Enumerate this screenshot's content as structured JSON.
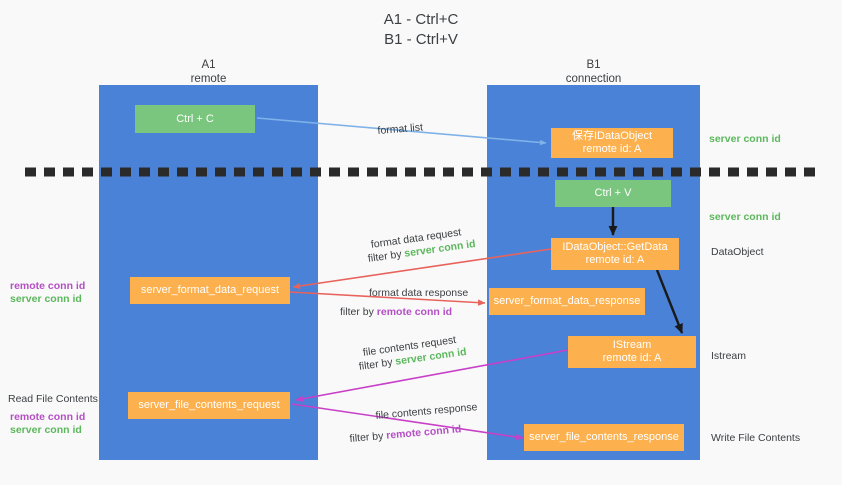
{
  "title": {
    "line1": "A1 - Ctrl+C",
    "line2": "B1 - Ctrl+V"
  },
  "colors": {
    "lane": "#4a82d8",
    "green_box": "#7ac67f",
    "orange_box": "#fcb04e",
    "server_conn_id": "#5cb85c",
    "remote_conn_id": "#b44fc4",
    "arrow_format_list": "#7fb3e8",
    "arrow_format_data": "#e8635c",
    "arrow_file_contents": "#c83fc8",
    "arrow_internal": "#1a1a1a",
    "divider": "#2a2a2a"
  },
  "lanes": [
    {
      "id": "a1",
      "head_main": "A1",
      "head_sub": "remote"
    },
    {
      "id": "b1",
      "head_main": "B1",
      "head_sub": "connection"
    }
  ],
  "nodes": {
    "ctrl_c": {
      "l1": "Ctrl + C",
      "l2": ""
    },
    "save_idataobject": {
      "l1": "保存IDataObject",
      "l2": "remote id: A"
    },
    "ctrl_v": {
      "l1": "Ctrl + V",
      "l2": ""
    },
    "getdata": {
      "l1": "IDataObject::GetData",
      "l2": "remote id: A"
    },
    "istream": {
      "l1": "IStream",
      "l2": "remote id: A"
    },
    "format_data_request": {
      "l1": "server_format_data_request",
      "l2": ""
    },
    "format_data_response": {
      "l1": "server_format_data_response",
      "l2": ""
    },
    "file_contents_request": {
      "l1": "server_file_contents_request",
      "l2": ""
    },
    "file_contents_response": {
      "l1": "server_file_contents_response",
      "l2": ""
    }
  },
  "wire_labels": {
    "format_list": "format list",
    "format_data_request": "format data request",
    "format_data_request_filter_pre": "filter by ",
    "format_data_request_filter_key": "server conn id",
    "format_data_response": "format data response",
    "format_data_response_filter_pre": "filter by ",
    "format_data_response_filter_key": "remote conn id",
    "file_contents_request": "file contents request",
    "file_contents_request_filter_pre": "filter by ",
    "file_contents_request_filter_key": "server conn id",
    "file_contents_response": "file contents response",
    "file_contents_response_filter_pre": "filter by ",
    "file_contents_response_filter_key": "remote conn id"
  },
  "left_labels": {
    "pair1_remote": "remote conn id",
    "pair1_server": "server conn id",
    "read_file_contents": "Read File Contents",
    "pair2_remote": "remote conn id",
    "pair2_server": "server conn id"
  },
  "right_labels": {
    "server_conn_id_top": "server conn id",
    "server_conn_id_mid": "server conn id",
    "dataobject": "DataObject",
    "istream": "Istream",
    "write_file_contents": "Write File Contents"
  }
}
